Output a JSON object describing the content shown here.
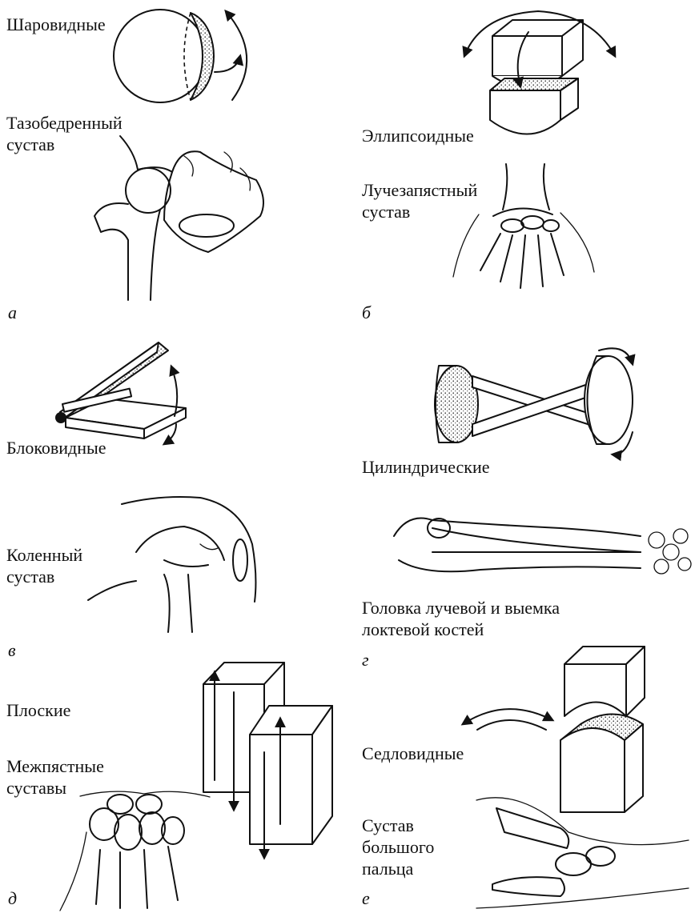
{
  "panels": {
    "a": {
      "letter": "а",
      "type_label": "Шаровидные",
      "example_label": "Тазобедренный сустав"
    },
    "b": {
      "letter": "б",
      "type_label": "Эллипсоидные",
      "example_label": "Лучезапястный сустав"
    },
    "v": {
      "letter": "в",
      "type_label": "Блоковидные",
      "example_label": "Коленный сустав"
    },
    "g": {
      "letter": "г",
      "type_label": "Цилиндрические",
      "example_label": "Головка лучевой и выемка локтевой костей"
    },
    "d": {
      "letter": "д",
      "type_label": "Плоские",
      "example_label": "Межпястные суставы"
    },
    "e": {
      "letter": "е",
      "type_label": "Седловидные",
      "example_label": "Сустав большого пальца"
    }
  }
}
